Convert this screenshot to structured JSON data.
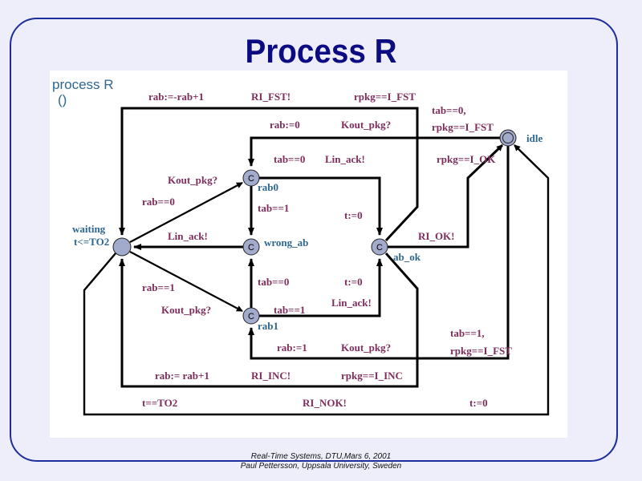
{
  "slide": {
    "title": "Process R",
    "footer_line1": "Real-Time Systems, DTU,Mars 6, 2001",
    "footer_line2": "Paul Pettersson, Uppsala University, Sweden"
  },
  "colors": {
    "background": "#EEEEFB",
    "frame": "#1B2E9B",
    "title": "#0B0B82",
    "edge_label": "#7E2E5C",
    "location_label": "#2E6790",
    "node_fill": "#A2ABCB"
  },
  "automaton": {
    "name": "process R",
    "params": "()",
    "locations": [
      {
        "id": "waiting",
        "name": "waiting",
        "invariant": "t<=TO2",
        "committed": false,
        "initial": false
      },
      {
        "id": "rab0",
        "name": "rab0",
        "committed": true,
        "initial": false
      },
      {
        "id": "wrong_ab",
        "name": "wrong_ab",
        "committed": true,
        "initial": false
      },
      {
        "id": "rab1",
        "name": "rab1",
        "committed": true,
        "initial": false
      },
      {
        "id": "ab_ok",
        "name": "ab_ok",
        "committed": true,
        "initial": false
      },
      {
        "id": "idle",
        "name": "idle",
        "committed": false,
        "initial": true
      }
    ],
    "committed_glyph": "C",
    "edges": [
      {
        "from": "ab_ok",
        "to": "waiting",
        "assign": "rab:=-rab+1",
        "sync": "RI_FST!",
        "guard": "rpkg==I_FST"
      },
      {
        "from": "idle",
        "to": "rab0",
        "assign": "rab:=0",
        "sync": "Kout_pkg?",
        "guard_line1": "tab==0,",
        "guard_line2": "rpkg==I_FST"
      },
      {
        "from": "rab0",
        "to": "ab_ok",
        "guard": "tab==0",
        "sync": "Lin_ack!",
        "assign": "t:=0"
      },
      {
        "from": "rab0",
        "to": "wrong_ab",
        "guard": "tab==1"
      },
      {
        "from": "wrong_ab",
        "to": "waiting",
        "sync": "Lin_ack!"
      },
      {
        "from": "waiting",
        "to": "rab0",
        "sync": "Kout_pkg?",
        "guard": "rab==0"
      },
      {
        "from": "waiting",
        "to": "rab1",
        "guard": "rab==1",
        "sync": "Kout_pkg?"
      },
      {
        "from": "rab1",
        "to": "wrong_ab",
        "guard": "tab==0"
      },
      {
        "from": "rab1",
        "to": "ab_ok",
        "guard": "tab==1",
        "assign": "t:=0",
        "sync": "Lin_ack!"
      },
      {
        "from": "ab_ok",
        "to": "idle",
        "sync": "RI_OK!",
        "guard": "rpkg==I_OK"
      },
      {
        "from": "idle",
        "to": "rab1",
        "assign": "rab:=1",
        "sync": "Kout_pkg?",
        "guard_line1": "tab==1,",
        "guard_line2": "rpkg==I_FST"
      },
      {
        "from": "ab_ok",
        "to": "waiting",
        "assign": "rab:= rab+1",
        "sync": "RI_INC!",
        "guard": "rpkg==I_INC"
      },
      {
        "from": "waiting",
        "to": "idle",
        "guard": "t==TO2",
        "sync": "RI_NOK!",
        "assign": "t:=0"
      }
    ]
  }
}
